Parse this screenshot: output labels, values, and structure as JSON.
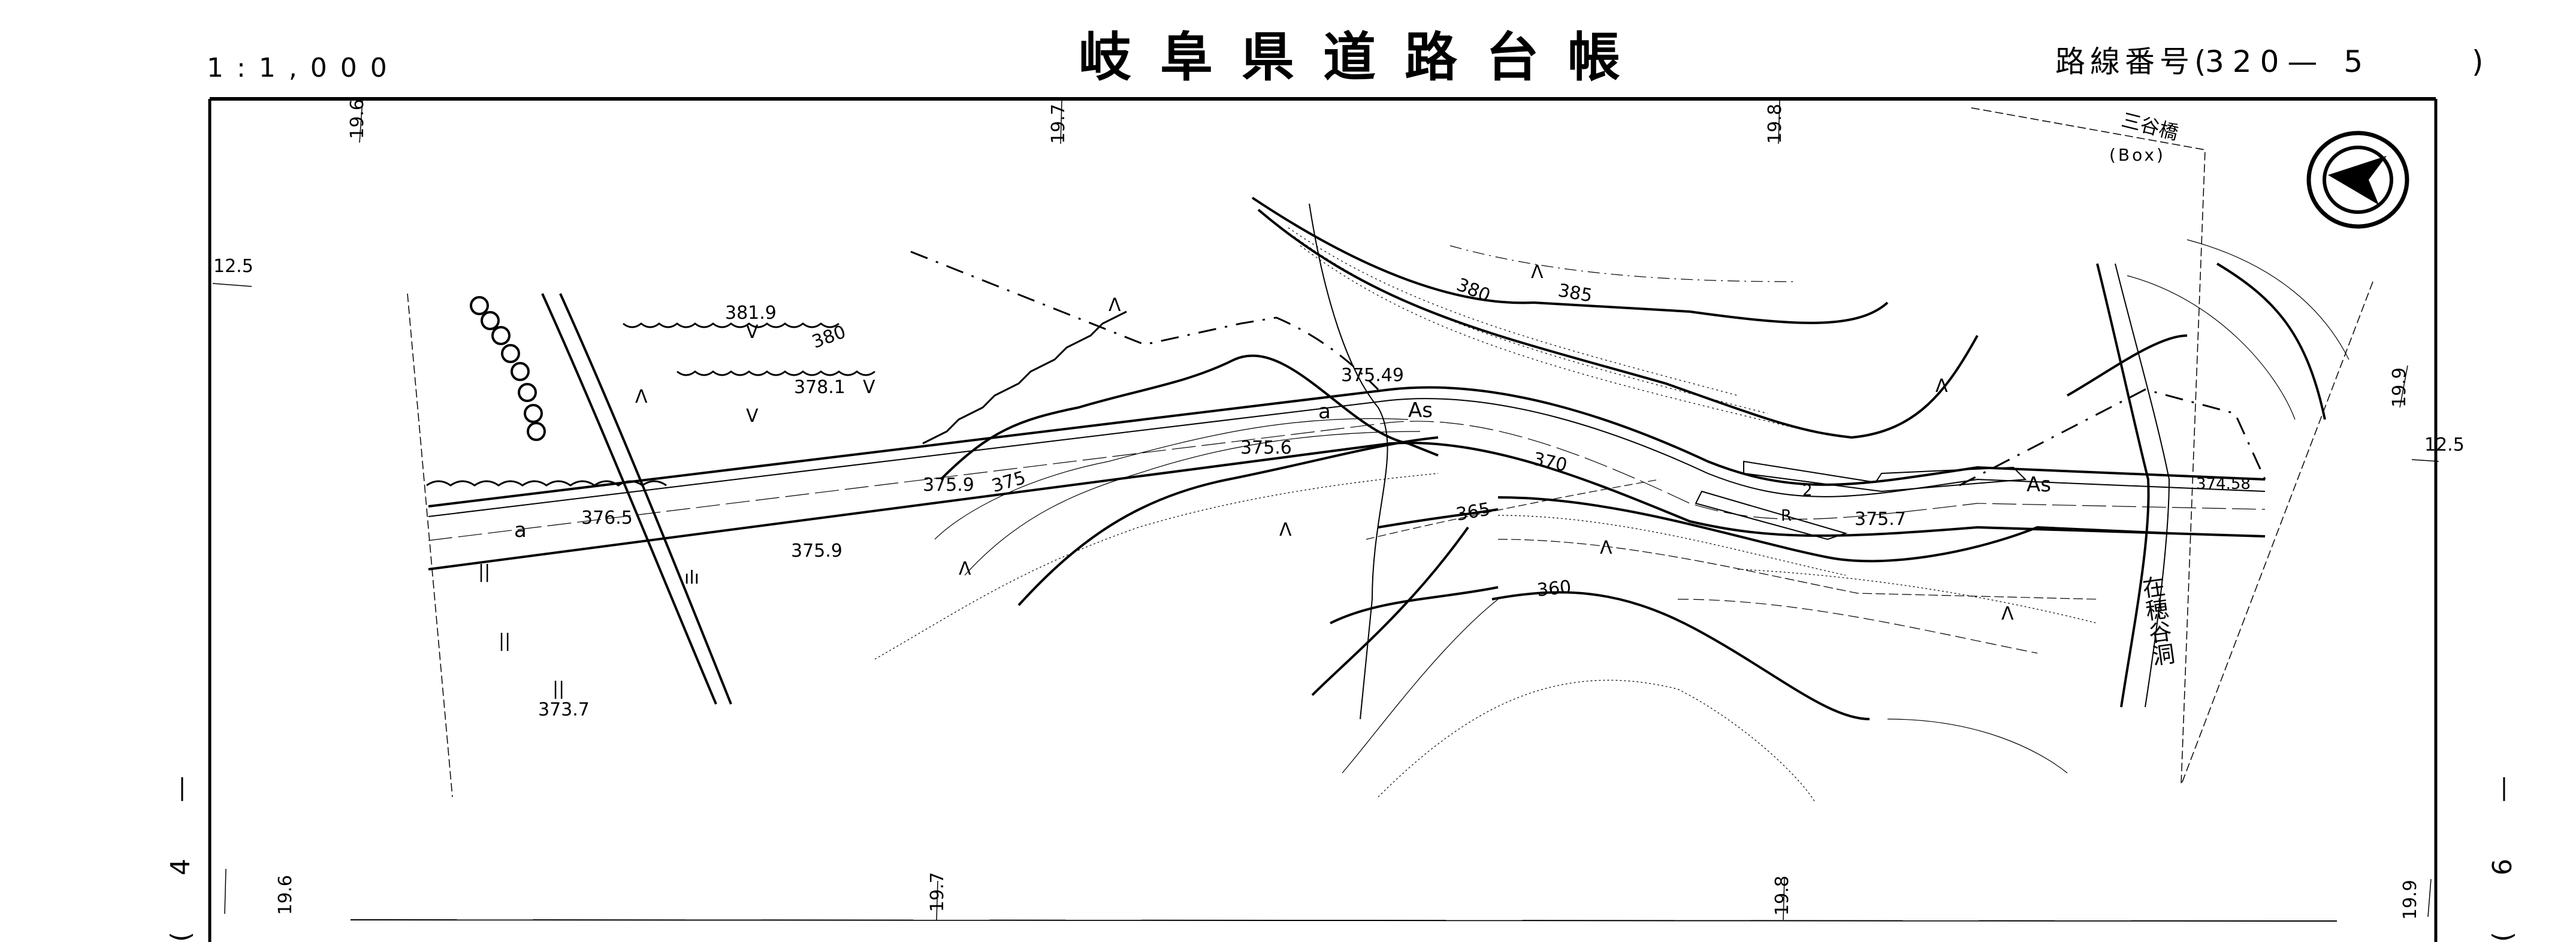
{
  "header": {
    "scale": "1:1,000",
    "title": "岐阜県道路台帳",
    "route_label": "路線番号(",
    "route_number": "320— 5",
    "route_close": ")"
  },
  "grid_ticks": {
    "top": [
      "19.6",
      "19.7",
      "19.8"
    ],
    "bottom": [
      "19.6",
      "19.7",
      "19.8",
      "19.9"
    ],
    "left": [
      "12.5"
    ],
    "right_upper": "19.9",
    "right": [
      "12.5"
    ]
  },
  "page_marks": {
    "left": "( 4 —",
    "right": "( 6 —"
  },
  "north_arrow": {
    "icon": "north-arrow-icon"
  },
  "map_labels": {
    "bridge_name": "三谷橋",
    "bridge_type": "(Box)",
    "river_name": "在穂谷洞",
    "surface_as_1": "As",
    "surface_as_2": "As",
    "road_mark_R": "R",
    "road_mark_2": "2",
    "road_mark_a1": "a",
    "road_mark_a2": "a"
  },
  "spot_heights": [
    "381.9",
    "378.1",
    "376.5",
    "375.9",
    "375.9",
    "375.6",
    "375.49",
    "375.7",
    "374.58",
    "373.7"
  ],
  "contours": [
    "385",
    "380",
    "380",
    "375",
    "370",
    "365",
    "360"
  ],
  "land_use_symbols": {
    "forest": "Λ",
    "field": "V",
    "paddy": "||",
    "wasteland": "ılı"
  },
  "colors": {
    "ink": "#000000",
    "paper": "#ffffff"
  }
}
